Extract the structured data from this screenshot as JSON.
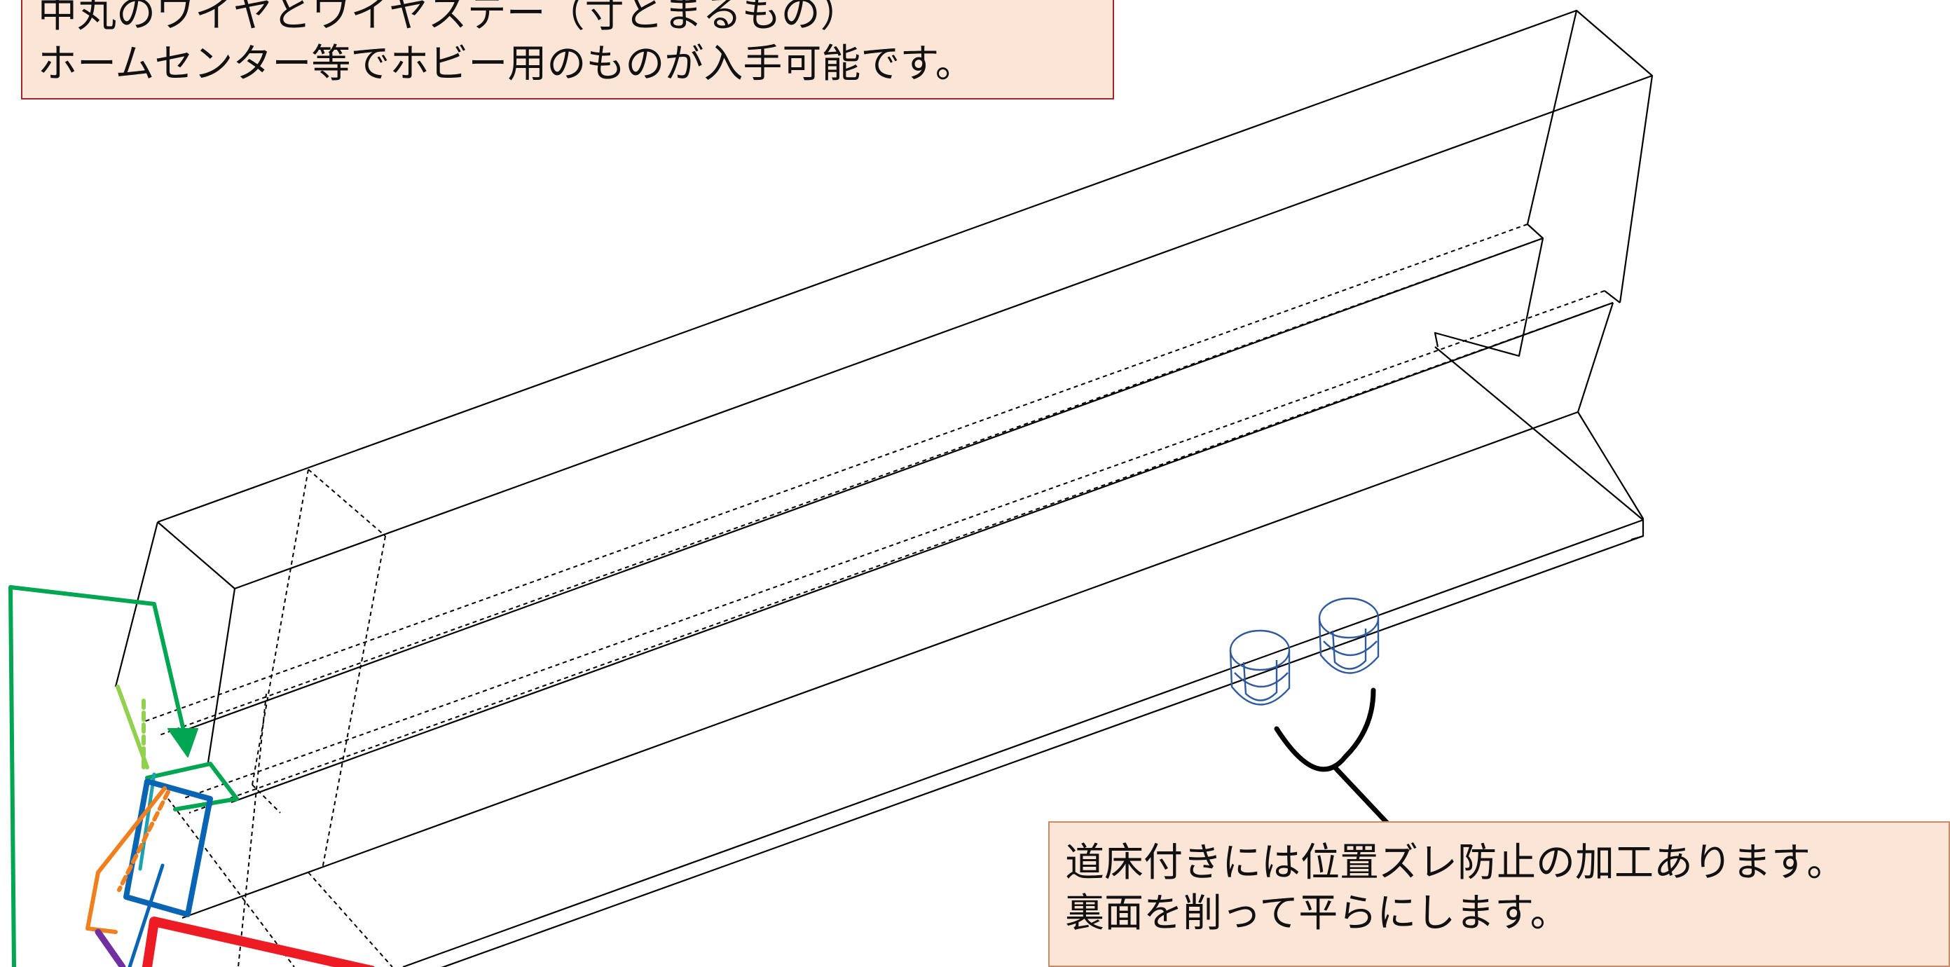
{
  "callouts": {
    "top": {
      "line1": "中丸のワイヤとワイヤステー（寸とまるもの）",
      "line2": "ホームセンター等でホビー用のものが入手可能です。"
    },
    "bottom": {
      "line1": "道床付きには位置ズレ防止の加工あります。",
      "line2": "裏面を削って平らにします。"
    }
  },
  "colors": {
    "outline": "#000000",
    "callout_fill": "#fbe5d6",
    "callout_border": "#a0282a",
    "fitting_blue": "#2f5a9e",
    "green": "#00a651",
    "light_green": "#92d050",
    "teal": "#1ba0b4",
    "blue": "#0a64b4",
    "orange": "#f07f1e",
    "purple": "#7030a0",
    "red": "#ed1c24"
  }
}
